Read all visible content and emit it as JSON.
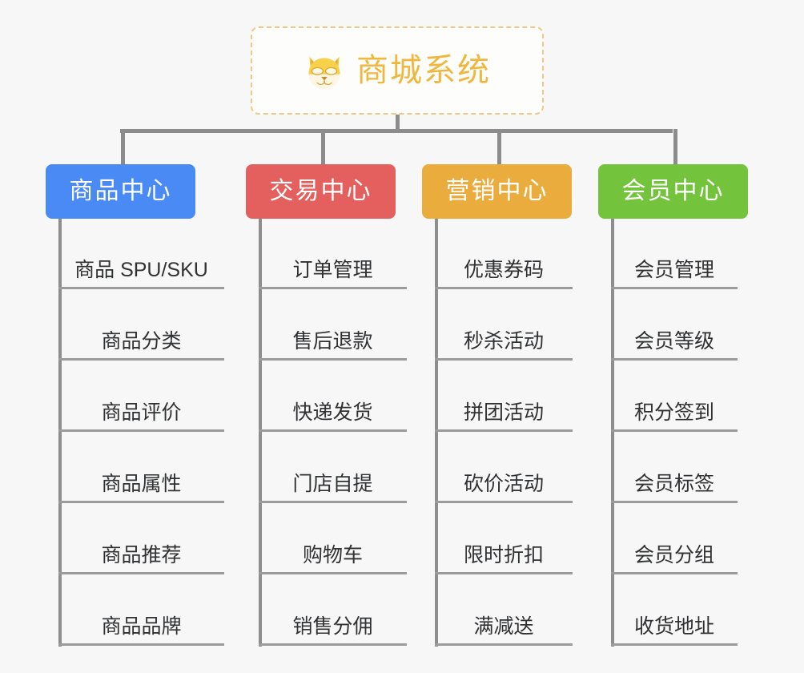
{
  "root": {
    "title": "商城系统",
    "icon": "shiba-dog-icon",
    "accent_color": "#f0b73f",
    "border_color": "#eec984"
  },
  "categories": [
    {
      "label": "商品中心",
      "color": "#4a8af4",
      "items": [
        "商品 SPU/SKU",
        "商品分类",
        "商品评价",
        "商品属性",
        "商品推荐",
        "商品品牌"
      ]
    },
    {
      "label": "交易中心",
      "color": "#e4605e",
      "items": [
        "订单管理",
        "售后退款",
        "快递发货",
        "门店自提",
        "购物车",
        "销售分佣"
      ]
    },
    {
      "label": "营销中心",
      "color": "#eaad3d",
      "items": [
        "优惠券码",
        "秒杀活动",
        "拼团活动",
        "砍价活动",
        "限时折扣",
        "满减送"
      ]
    },
    {
      "label": "会员中心",
      "color": "#73c43c",
      "items": [
        "会员管理",
        "会员等级",
        "积分签到",
        "会员标签",
        "会员分组",
        "收货地址"
      ]
    }
  ],
  "layout": {
    "line_color": "#8c8c8c",
    "background": "#f7f7f7"
  }
}
